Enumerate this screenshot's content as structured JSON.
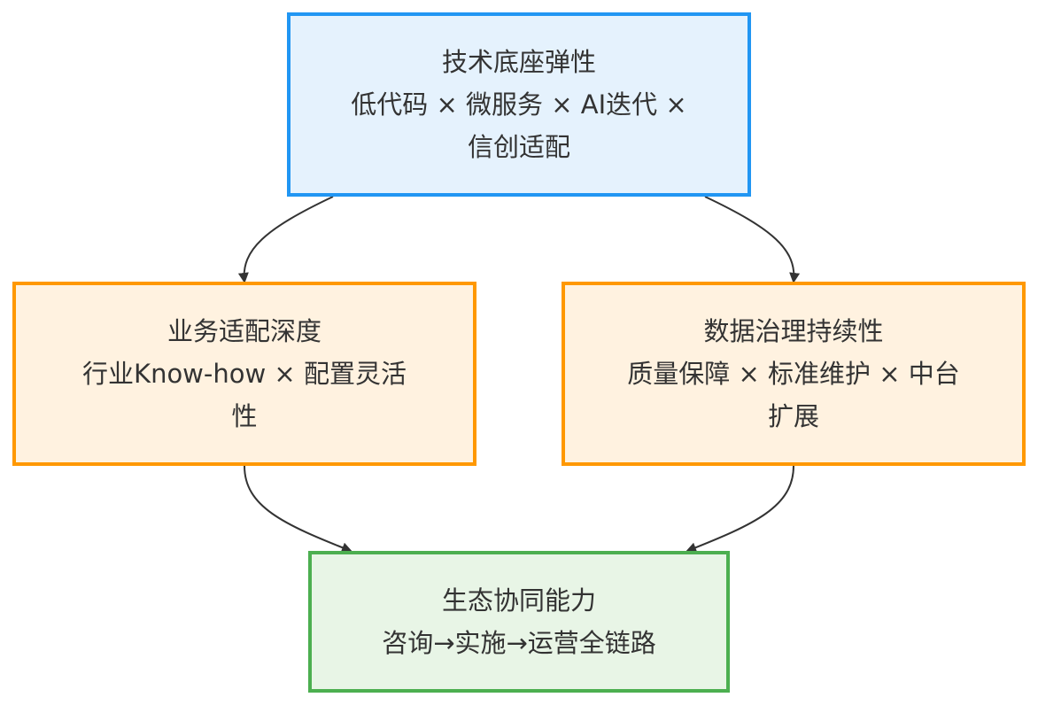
{
  "colors": {
    "tech_fill": "#E5F2FD",
    "tech_border": "#2196F3",
    "mid_fill": "#FFF2E0",
    "mid_border": "#FF9800",
    "eco_fill": "#E8F5E6",
    "eco_border": "#4CAF50",
    "arrow": "#333333",
    "text": "#333333"
  },
  "nodes": {
    "tech": {
      "title": "技术底座弹性",
      "line2": "低代码 × 微服务 × AI迭代 ×",
      "line3": "信创适配"
    },
    "business": {
      "title": "业务适配深度",
      "line2": "行业Know-how × 配置灵活",
      "line3": "性"
    },
    "data": {
      "title": "数据治理持续性",
      "line2": "质量保障 × 标准维护 × 中台",
      "line3": "扩展"
    },
    "ecosystem": {
      "title": "生态协同能力",
      "line2": "咨询→实施→运营全链路"
    }
  },
  "edges": [
    {
      "from": "tech",
      "to": "business"
    },
    {
      "from": "tech",
      "to": "data"
    },
    {
      "from": "business",
      "to": "ecosystem"
    },
    {
      "from": "data",
      "to": "ecosystem"
    }
  ]
}
